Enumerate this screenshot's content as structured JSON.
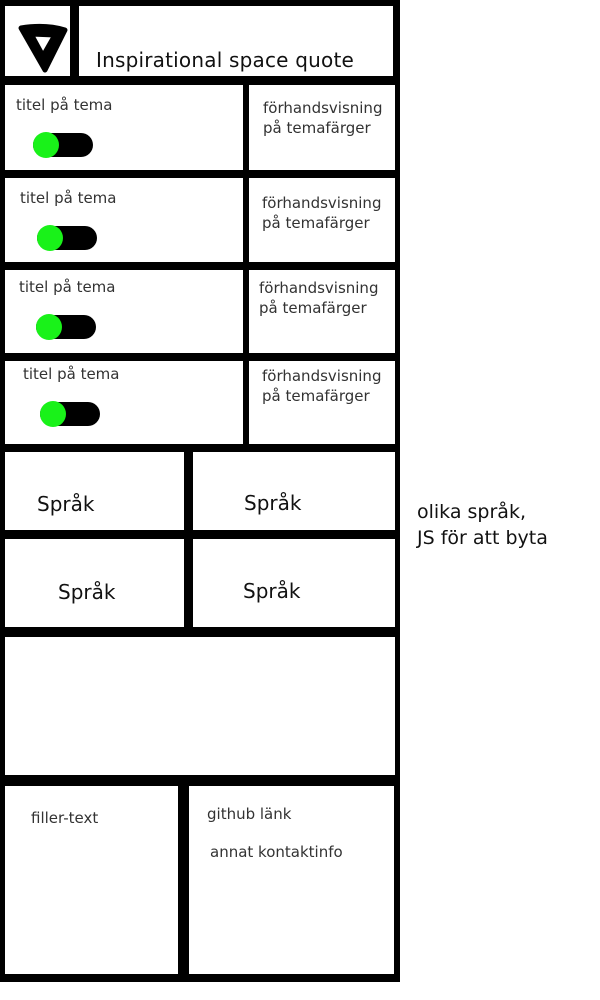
{
  "header": {
    "logo_icon": "triangle-logo-icon",
    "quote": "Inspirational space quote"
  },
  "themes": [
    {
      "title": "titel på tema",
      "preview_line1": "förhandsvisning",
      "preview_line2": "på temafärger",
      "toggle_on": true
    },
    {
      "title": "titel på tema",
      "preview_line1": "förhandsvisning",
      "preview_line2": "på temafärger",
      "toggle_on": true
    },
    {
      "title": "titel på tema",
      "preview_line1": "förhandsvisning",
      "preview_line2": "på temafärger",
      "toggle_on": true
    },
    {
      "title": "titel på tema",
      "preview_line1": "förhandsvisning",
      "preview_line2": "på temafärger",
      "toggle_on": true
    }
  ],
  "languages": [
    "Språk",
    "Språk",
    "Språk",
    "Språk"
  ],
  "annotation": {
    "line1": "olika språk,",
    "line2": "JS för att byta"
  },
  "footer": {
    "filler": "filler-text",
    "github": "github länk",
    "contact": "annat kontaktinfo"
  },
  "colors": {
    "frame": "#000000",
    "panel": "#ffffff",
    "toggle_knob": "#19f219"
  }
}
